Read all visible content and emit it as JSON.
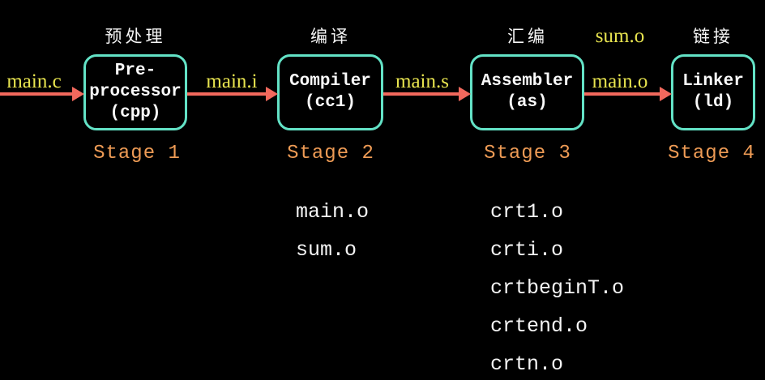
{
  "pipeline": {
    "stages": [
      {
        "label_cn": "预处理",
        "box_lines": [
          "Pre-",
          "processor",
          "(cpp)"
        ],
        "stage_label": "Stage 1"
      },
      {
        "label_cn": "编译",
        "box_lines": [
          "Compiler",
          "(cc1)"
        ],
        "stage_label": "Stage 2"
      },
      {
        "label_cn": "汇编",
        "box_lines": [
          "Assembler",
          "(as)"
        ],
        "stage_label": "Stage 3"
      },
      {
        "label_cn": "链接",
        "box_lines": [
          "Linker",
          "(ld)"
        ],
        "stage_label": "Stage 4"
      }
    ],
    "flow_labels": {
      "input": "main.c",
      "after_preprocess": "main.i",
      "after_compile": "main.s",
      "after_assemble": "main.o",
      "extra_object": "sum.o"
    }
  },
  "object_files": {
    "left_column": [
      "main.o",
      "sum.o"
    ],
    "right_column": [
      "crt1.o",
      "crti.o",
      "crtbeginT.o",
      "crtend.o",
      "crtn.o"
    ]
  },
  "colors": {
    "background": "#000000",
    "box_border": "#63e2c6",
    "box_text": "#fafafa",
    "arrow": "#f2695d",
    "flow_label": "#e8e44f",
    "stage_label": "#ee9b55",
    "list_text": "#f5f5f5"
  }
}
